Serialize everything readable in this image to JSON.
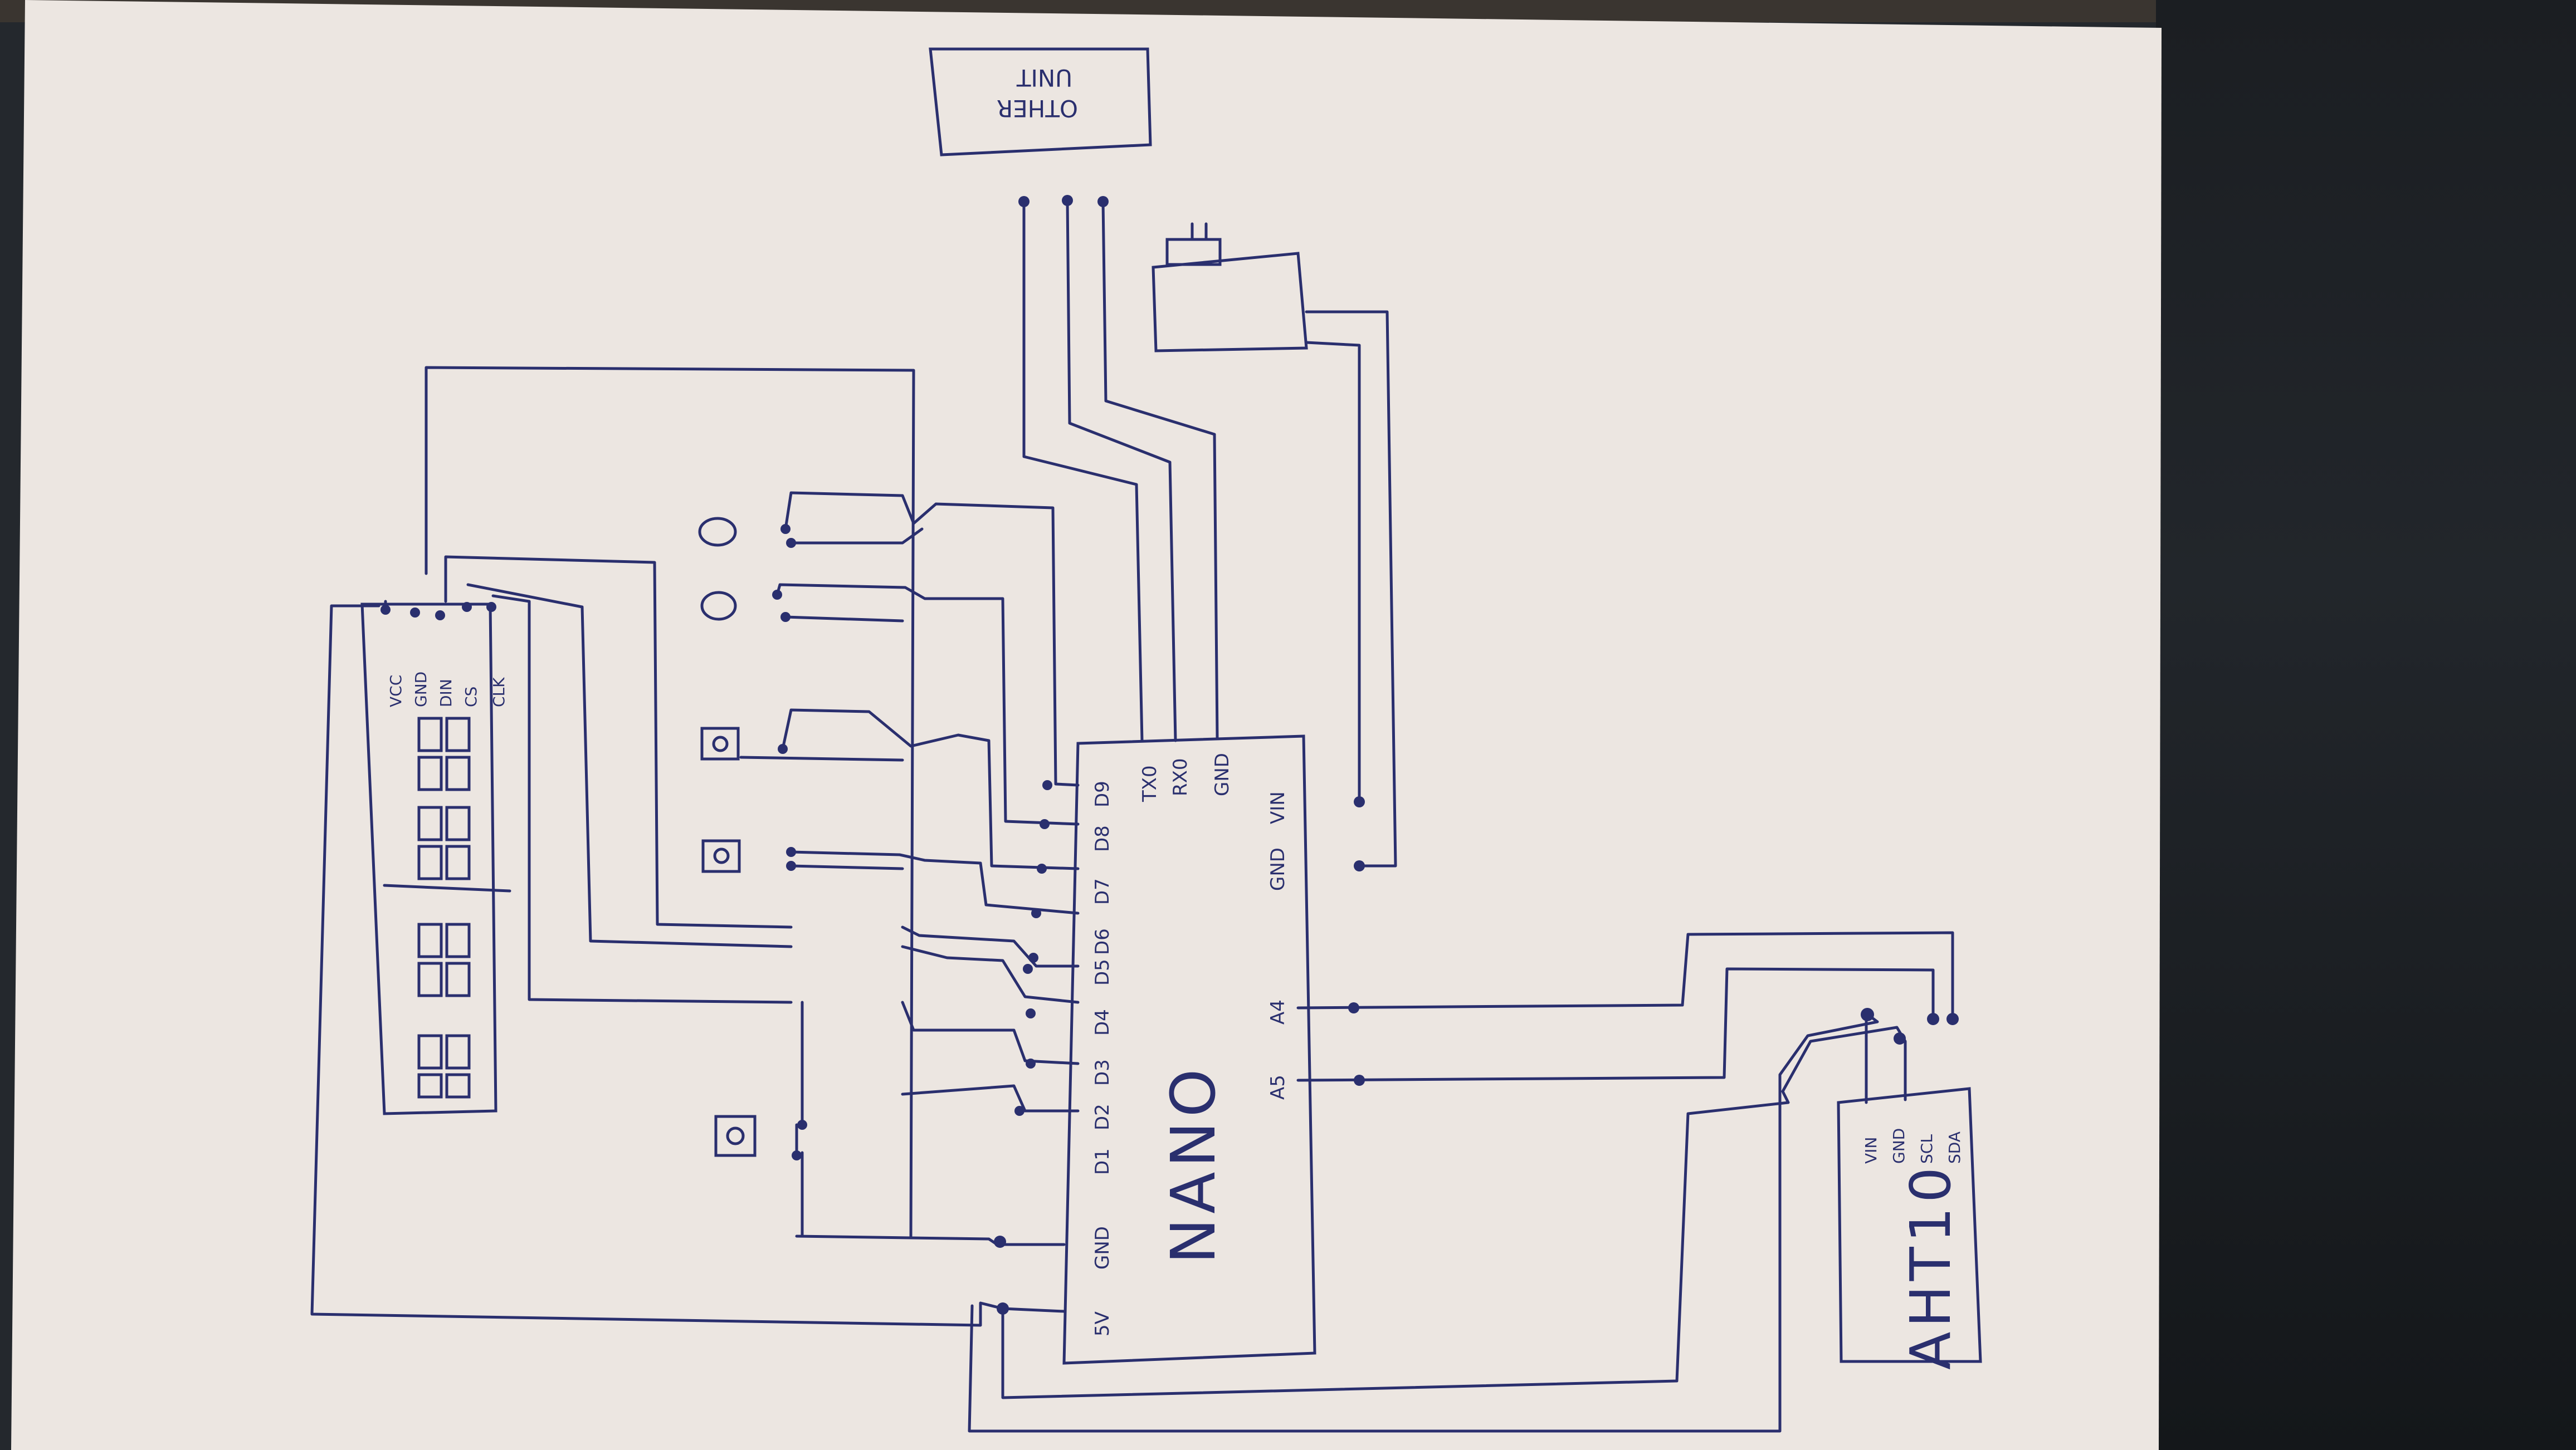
{
  "nano": {
    "title": "NANO",
    "left_pins": [
      "D9",
      "D8",
      "D7",
      "D6",
      "D5",
      "D4",
      "D3",
      "D2",
      "D1",
      "GND",
      "5V"
    ],
    "top_pins": [
      "TX0",
      "RX0",
      "GND"
    ],
    "right_pins": [
      "VIN",
      "GND",
      "A4",
      "A5"
    ]
  },
  "display": {
    "pins": [
      "VCC",
      "GND",
      "DIN",
      "CS",
      "CLK"
    ]
  },
  "sensor": {
    "title": "AHT10",
    "pins": [
      "VIN",
      "GND",
      "SCL",
      "SDA"
    ]
  },
  "other_unit": {
    "line1": "OTHER",
    "line2": "UNIT"
  },
  "colors": {
    "ink": "#2a2f6e",
    "paper": "#ece6e1"
  }
}
